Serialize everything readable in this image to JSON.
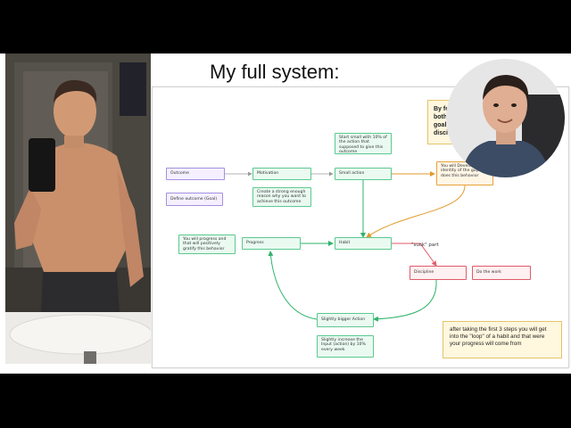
{
  "slide": {
    "title": "My full system:"
  },
  "diagram": {
    "nodes": {
      "outcome": "Outcome",
      "define_outcome": "Define outcome (Goal)",
      "motivation": "Motivation",
      "strong_reason": "Create a strong enough reason why you want to achieve this outcome",
      "small_action": "Small action",
      "start_small": "Start small with 10% of the action that supposed to give this outcome",
      "identity": "You will Develop the identity of the guy who does this behavior",
      "you_will_progress": "You will progress and that will positively gratify this behavior",
      "progress": "Progress",
      "habit": "Habit",
      "discipline": "Discipline",
      "do_the_work": "Do the work",
      "slightly_bigger": "Slightly bigger Action",
      "increase_input": "Slightly increase the Input (action) by 10% every week"
    },
    "edge_labels": {
      "suck": "\"suck\" part"
    },
    "note": "after taking the first 3 steps you will get into the \"loop\" of a habit and that were your progress will come from",
    "partial_note": [
      "By fo",
      "both",
      "goal",
      "disci"
    ]
  },
  "colors": {
    "green": "#2fb36a",
    "orange": "#e19a2b",
    "red": "#e05b6b",
    "purple": "#a48fe0"
  }
}
